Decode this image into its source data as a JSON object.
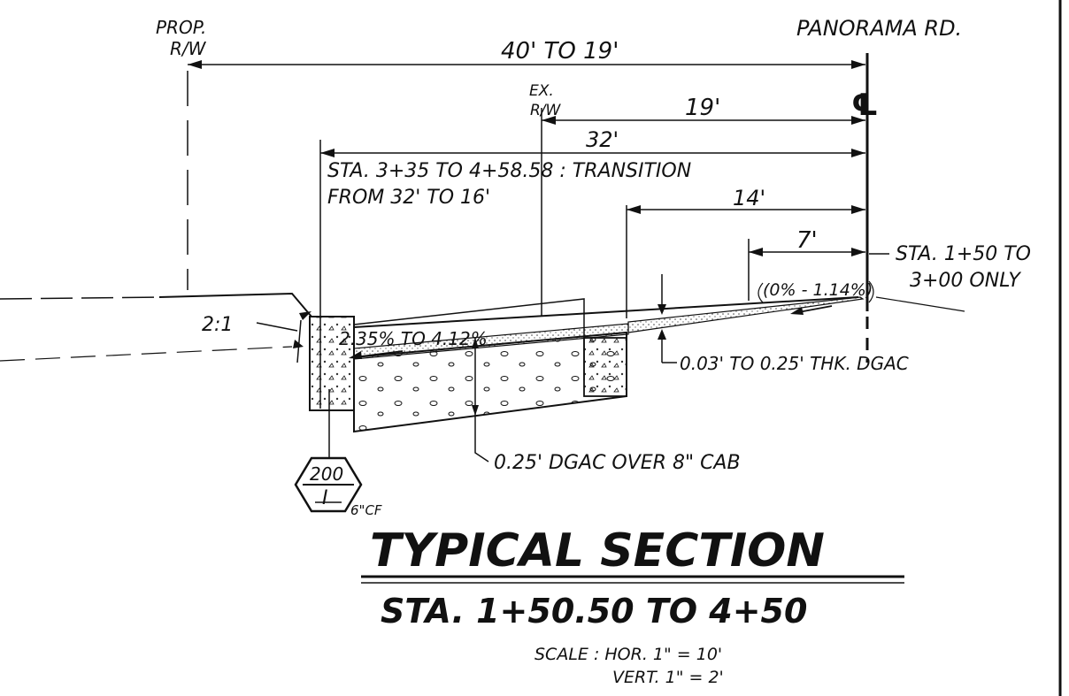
{
  "labels": {
    "prop_rw_top": "PROP.",
    "prop_rw_bottom": "R/W",
    "road_name": "PANORAMA RD.",
    "dim_40_19": "40' TO 19'",
    "ex_rw_top": "EX.",
    "ex_rw_bottom": "R/W",
    "dim_19": "19'",
    "centerline": "℄",
    "dim_32": "32'",
    "transition_line1": "STA. 3+35  TO  4+58.58 : TRANSITION",
    "transition_line2": "FROM 32' TO 16'",
    "dim_14": "14'",
    "dim_7": "7'",
    "sta_note_line1": "STA. 1+50 TO",
    "sta_note_line2": "3+00 ONLY",
    "slope_right": "(0% - 1.14%)",
    "slope_2_1": "2:1",
    "slope_left": "2.35% TO 4.12%",
    "thk_note": "0.03' TO 0.25' THK. DGAC",
    "structure_note": "0.25' DGAC OVER 8\" CAB",
    "marker_top": "200",
    "marker_bottom": "I",
    "curb_note": "6\"CF",
    "title": "TYPICAL  SECTION",
    "subtitle": "STA. 1+50.50  TO  4+50",
    "scale_hor": "SCALE : HOR. 1\" = 10'",
    "scale_vert": "VERT. 1\" = 2'"
  }
}
